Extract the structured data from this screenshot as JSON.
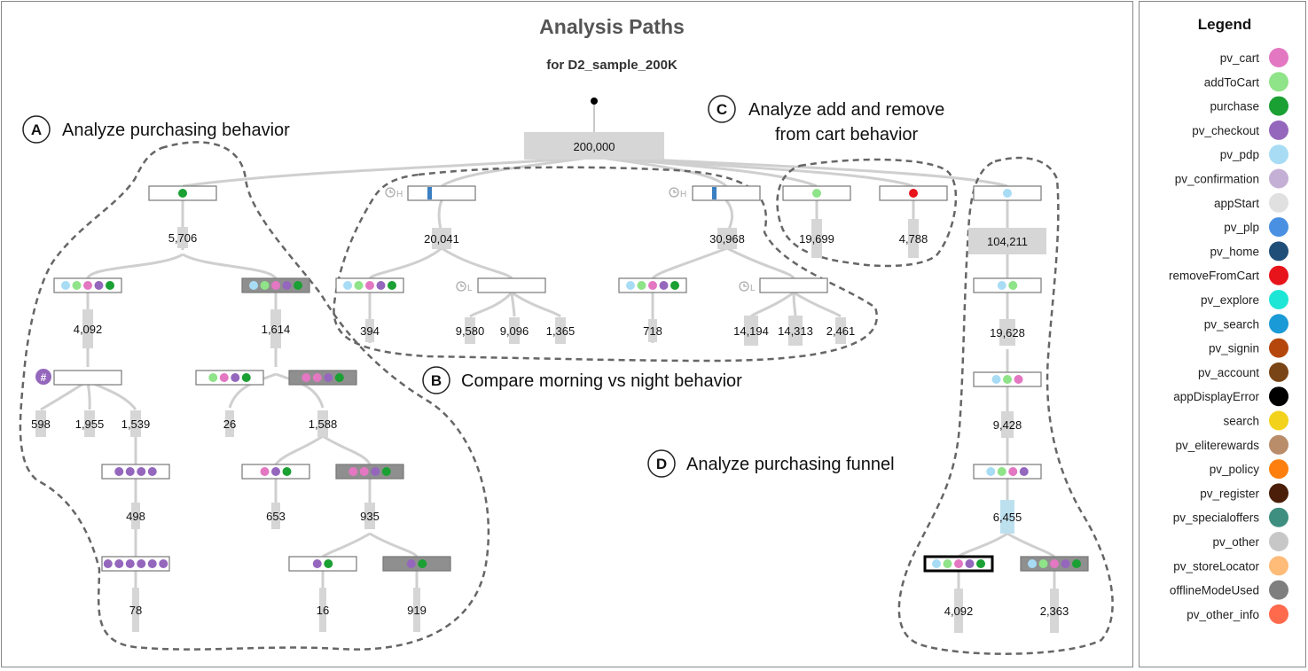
{
  "title": "Analysis Paths",
  "subtitle": "for D2_sample_200K",
  "annotations": [
    {
      "letter": "A",
      "text": "Analyze purchasing behavior"
    },
    {
      "letter": "B",
      "text": "Compare morning vs night behavior"
    },
    {
      "letter": "C",
      "text": "Analyze add and remove",
      "text2": "from cart behavior"
    },
    {
      "letter": "D",
      "text": "Analyze purchasing funnel"
    }
  ],
  "badge_symbol": "#",
  "time_labels": {
    "hour": "H",
    "low": "L"
  },
  "colors": {
    "pv_cart": "#e377c2",
    "addToCart": "#8fe388",
    "purchase": "#1aa033",
    "pv_checkout": "#9467bd",
    "pv_pdp": "#a8dcf5",
    "pv_confirmation": "#c5b0d5",
    "appStart": "#e0e0e0",
    "pv_plp": "#4a90e2",
    "pv_home": "#1f4e79",
    "removeFromCart": "#e8141c",
    "pv_explore": "#1ee6d6",
    "pv_search": "#1a9ad6",
    "pv_signin": "#b5470d",
    "pv_account": "#7a4516",
    "appDisplayError": "#000000",
    "search": "#f2d21b",
    "pv_eliterewards": "#b98c6a",
    "pv_policy": "#ff7f0e",
    "pv_register": "#4a1e08",
    "pv_specialoffers": "#3e8f80",
    "pv_other": "#c7c7c7",
    "pv_storeLocator": "#ffbb78",
    "offlineModeUsed": "#7f7f7f",
    "pv_other_info": "#ff6a4d"
  },
  "legend": {
    "title": "Legend",
    "items": [
      "pv_cart",
      "addToCart",
      "purchase",
      "pv_checkout",
      "pv_pdp",
      "pv_confirmation",
      "appStart",
      "pv_plp",
      "pv_home",
      "removeFromCart",
      "pv_explore",
      "pv_search",
      "pv_signin",
      "pv_account",
      "appDisplayError",
      "search",
      "pv_eliterewards",
      "pv_policy",
      "pv_register",
      "pv_specialoffers",
      "pv_other",
      "pv_storeLocator",
      "offlineModeUsed",
      "pv_other_info"
    ]
  },
  "counts": {
    "root": "200,000",
    "a_top": "5,706",
    "a_left": "4,092",
    "a_right": "1,614",
    "a_598": "598",
    "a_1955": "1,955",
    "a_1539": "1,539",
    "a_26": "26",
    "a_1588": "1,588",
    "a_498": "498",
    "a_653": "653",
    "a_935": "935",
    "a_78": "78",
    "a_16": "16",
    "a_919": "919",
    "b_morning": "20,041",
    "b_night": "30,968",
    "b_394": "394",
    "b_9580": "9,580",
    "b_9096": "9,096",
    "b_1365": "1,365",
    "b_718": "718",
    "b_14194": "14,194",
    "b_14313": "14,313",
    "b_2461": "2,461",
    "c_add": "19,699",
    "c_remove": "4,788",
    "d_top": "104,211",
    "d_2": "19,628",
    "d_3": "9,428",
    "d_4": "6,455",
    "d_5": "4,092",
    "d_6": "2,363"
  }
}
